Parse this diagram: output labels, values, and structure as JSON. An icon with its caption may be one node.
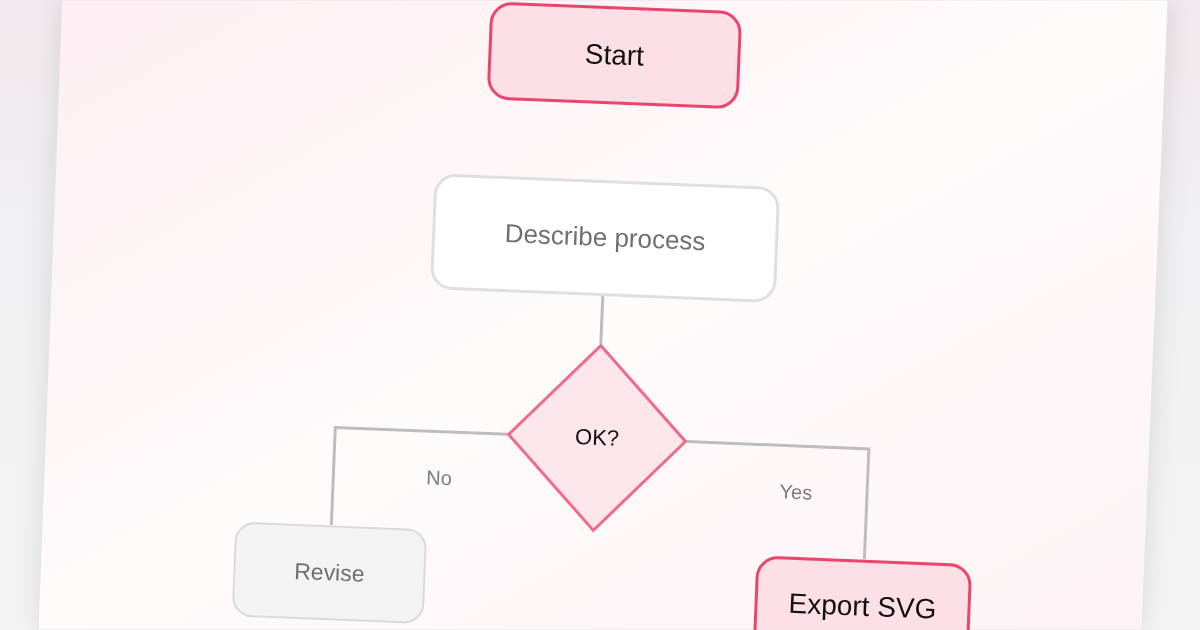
{
  "diagram": {
    "nodes": [
      {
        "text": [
          "Start"
        ]
      },
      {
        "text": [
          "Describe process"
        ]
      },
      {
        "text": [
          "OK?"
        ]
      },
      {
        "text": [
          "Revise"
        ]
      },
      {
        "text": [
          "Export SVG"
        ]
      }
    ],
    "edges": [
      {
        "from": 1,
        "to": 2,
        "arrow": "none"
      },
      {
        "from": 2,
        "to": 3,
        "arrow": "none",
        "label": "No"
      },
      {
        "from": 2,
        "to": 4,
        "arrow": "none",
        "label": "Yes"
      }
    ]
  }
}
